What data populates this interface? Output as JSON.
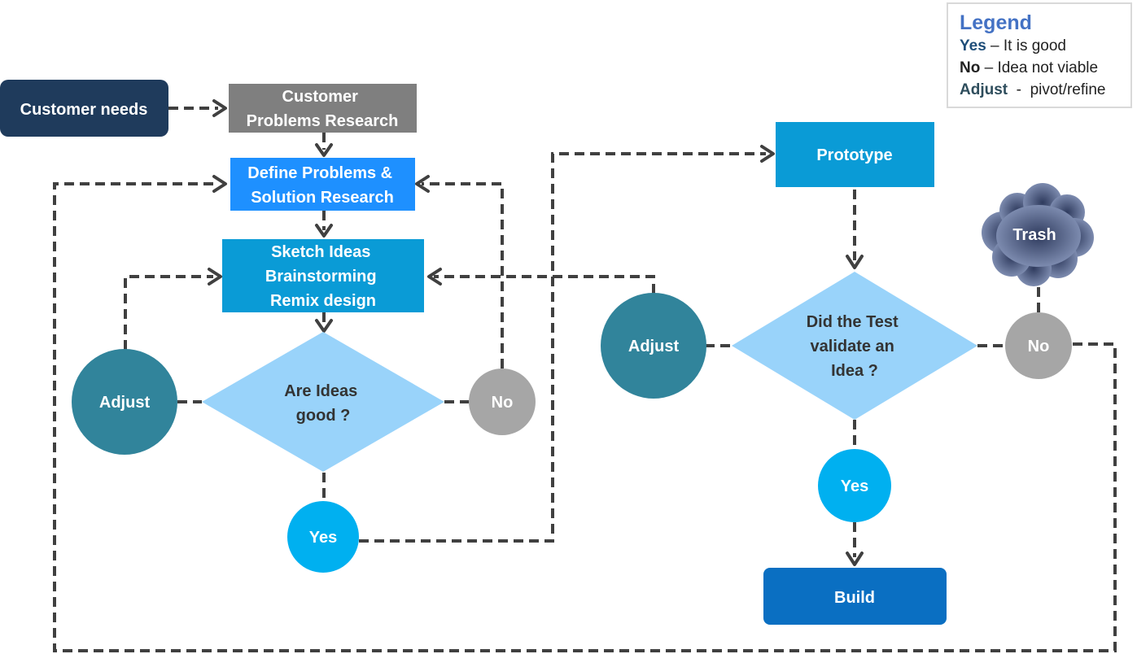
{
  "legend": {
    "title": "Legend",
    "items": [
      {
        "key": "Yes",
        "sep": " – ",
        "text": "It is good",
        "key_color": "#1f4e79"
      },
      {
        "key": "No",
        "sep": " – ",
        "text": "Idea not viable",
        "key_color": "#222222"
      },
      {
        "key": "Adjust",
        "sep": "  -  ",
        "text": "pivot/refine",
        "key_color": "#2e4d5c"
      }
    ]
  },
  "nodes": {
    "customer_needs": {
      "label": [
        "Customer needs"
      ],
      "color": "#1f3b5c"
    },
    "problems_research": {
      "label": [
        "Customer",
        "Problems Research"
      ],
      "color": "#7f7f7f"
    },
    "define_problems": {
      "label": [
        "Define Problems &",
        "Solution Research"
      ],
      "color": "#1e90ff"
    },
    "sketch_ideas": {
      "label": [
        "Sketch Ideas",
        "Brainstorming",
        "Remix design"
      ],
      "color": "#0a9bd6"
    },
    "ideas_good": {
      "label": [
        "Are Ideas",
        "good ?"
      ],
      "color": "#99d3fa"
    },
    "adjust_left": {
      "label": [
        "Adjust"
      ],
      "color": "#31849b"
    },
    "no_left": {
      "label": [
        "No"
      ],
      "color": "#a6a6a6"
    },
    "yes_left": {
      "label": [
        "Yes"
      ],
      "color": "#00b0f0"
    },
    "prototype": {
      "label": [
        "Prototype"
      ],
      "color": "#0a9bd6"
    },
    "test_validate": {
      "label": [
        "Did the Test",
        "validate an",
        "Idea ?"
      ],
      "color": "#99d3fa"
    },
    "adjust_right": {
      "label": [
        "Adjust"
      ],
      "color": "#31849b"
    },
    "no_right": {
      "label": [
        "No"
      ],
      "color": "#a6a6a6"
    },
    "trash": {
      "label": [
        "Trash"
      ],
      "color": "#5b6b8c"
    },
    "yes_right": {
      "label": [
        "Yes"
      ],
      "color": "#00b0f0"
    },
    "build": {
      "label": [
        "Build"
      ],
      "color": "#0a6fc2"
    }
  },
  "connector_color": "#404040"
}
